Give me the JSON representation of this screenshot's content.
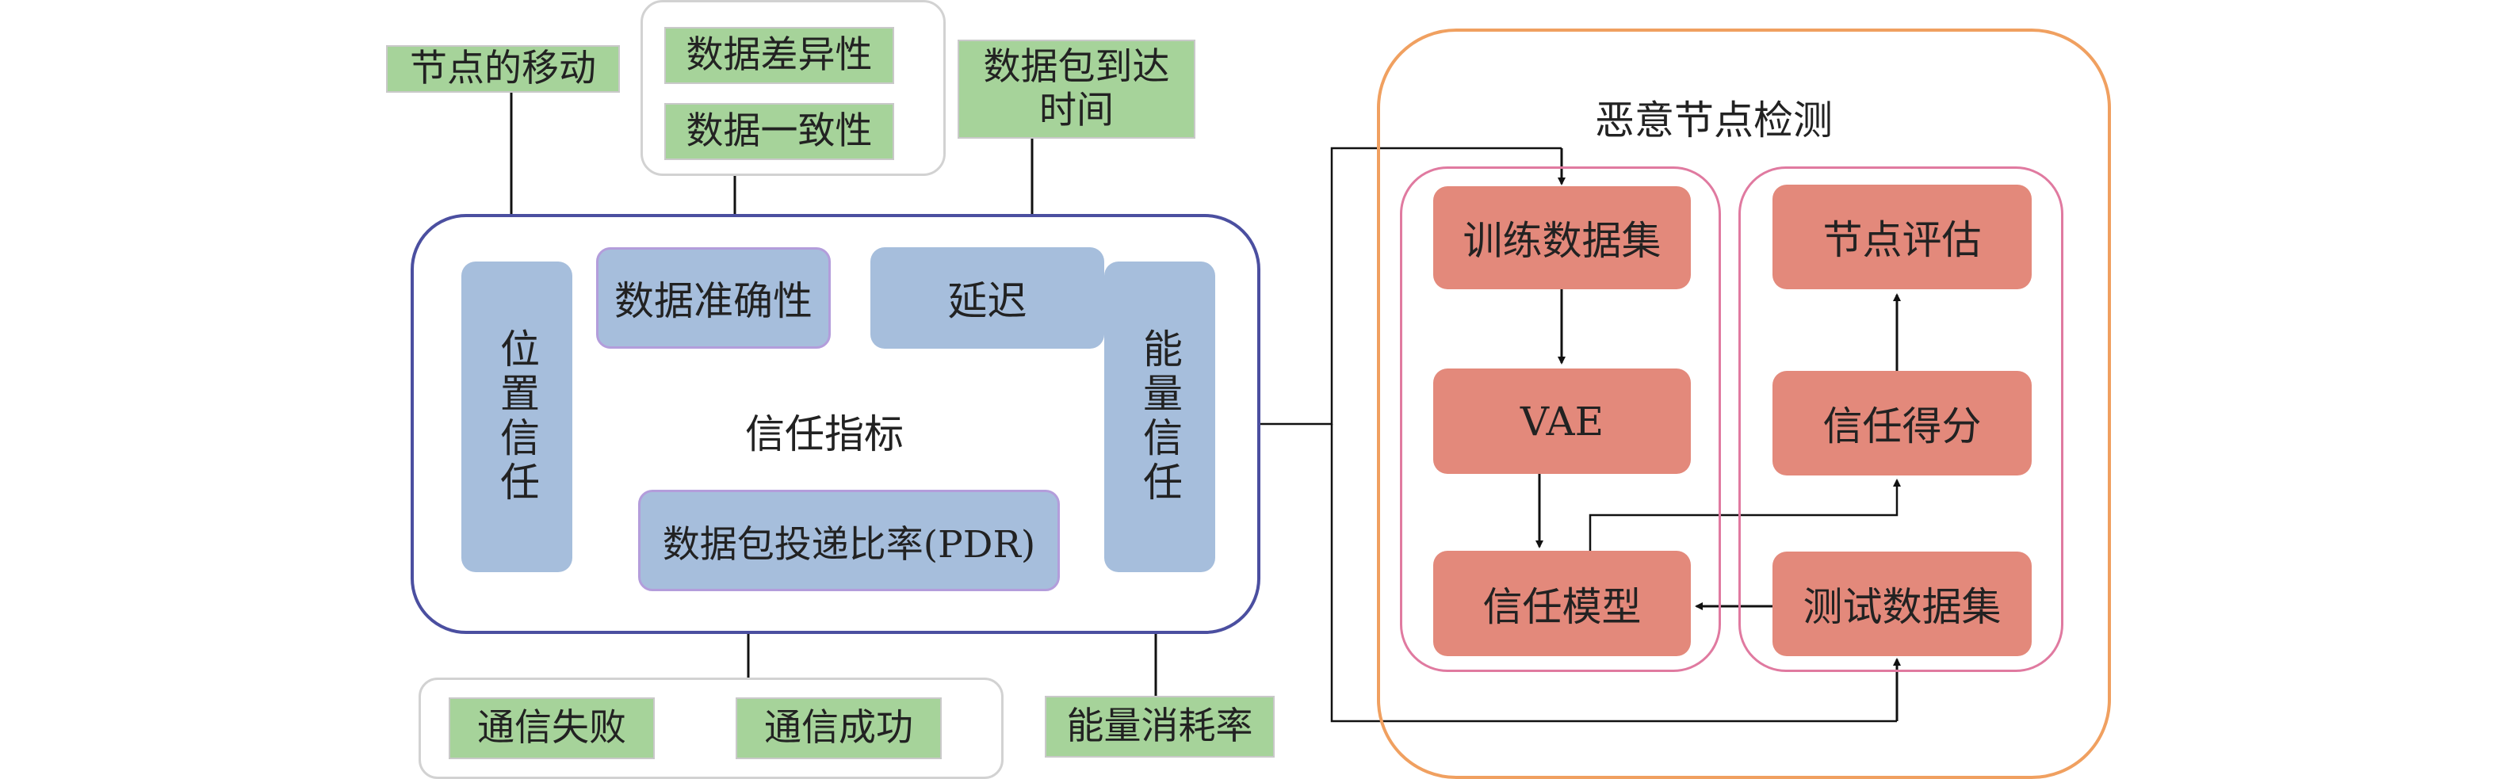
{
  "top_inputs": {
    "node_movement": "节点的移动",
    "data_difference": "数据差异性",
    "data_consistency": "数据一致性",
    "packet_arrival_time": "数据包到达时间"
  },
  "trust_panel": {
    "title": "信任指标",
    "position_trust": "位置信任",
    "data_accuracy": "数据准确性",
    "delay": "延迟",
    "energy_trust": "能量信任",
    "pdr": "数据包投递比率(PDR)"
  },
  "bottom_inputs": {
    "comm_failure": "通信失败",
    "comm_success": "通信成功",
    "energy_consumption": "能量消耗率"
  },
  "detection_panel": {
    "title": "恶意节点检测",
    "training_set": "训练数据集",
    "vae": "VAE",
    "trust_model": "信任模型",
    "node_evaluation": "节点评估",
    "trust_score": "信任得分",
    "test_set": "测试数据集"
  },
  "colors": {
    "green_box": "#a6d39a",
    "blue_box": "#a6bedc",
    "red_box": "#e3897b",
    "trust_border": "#4b4fa0",
    "detection_border": "#f0a060",
    "sub_border": "#e07aa0"
  }
}
